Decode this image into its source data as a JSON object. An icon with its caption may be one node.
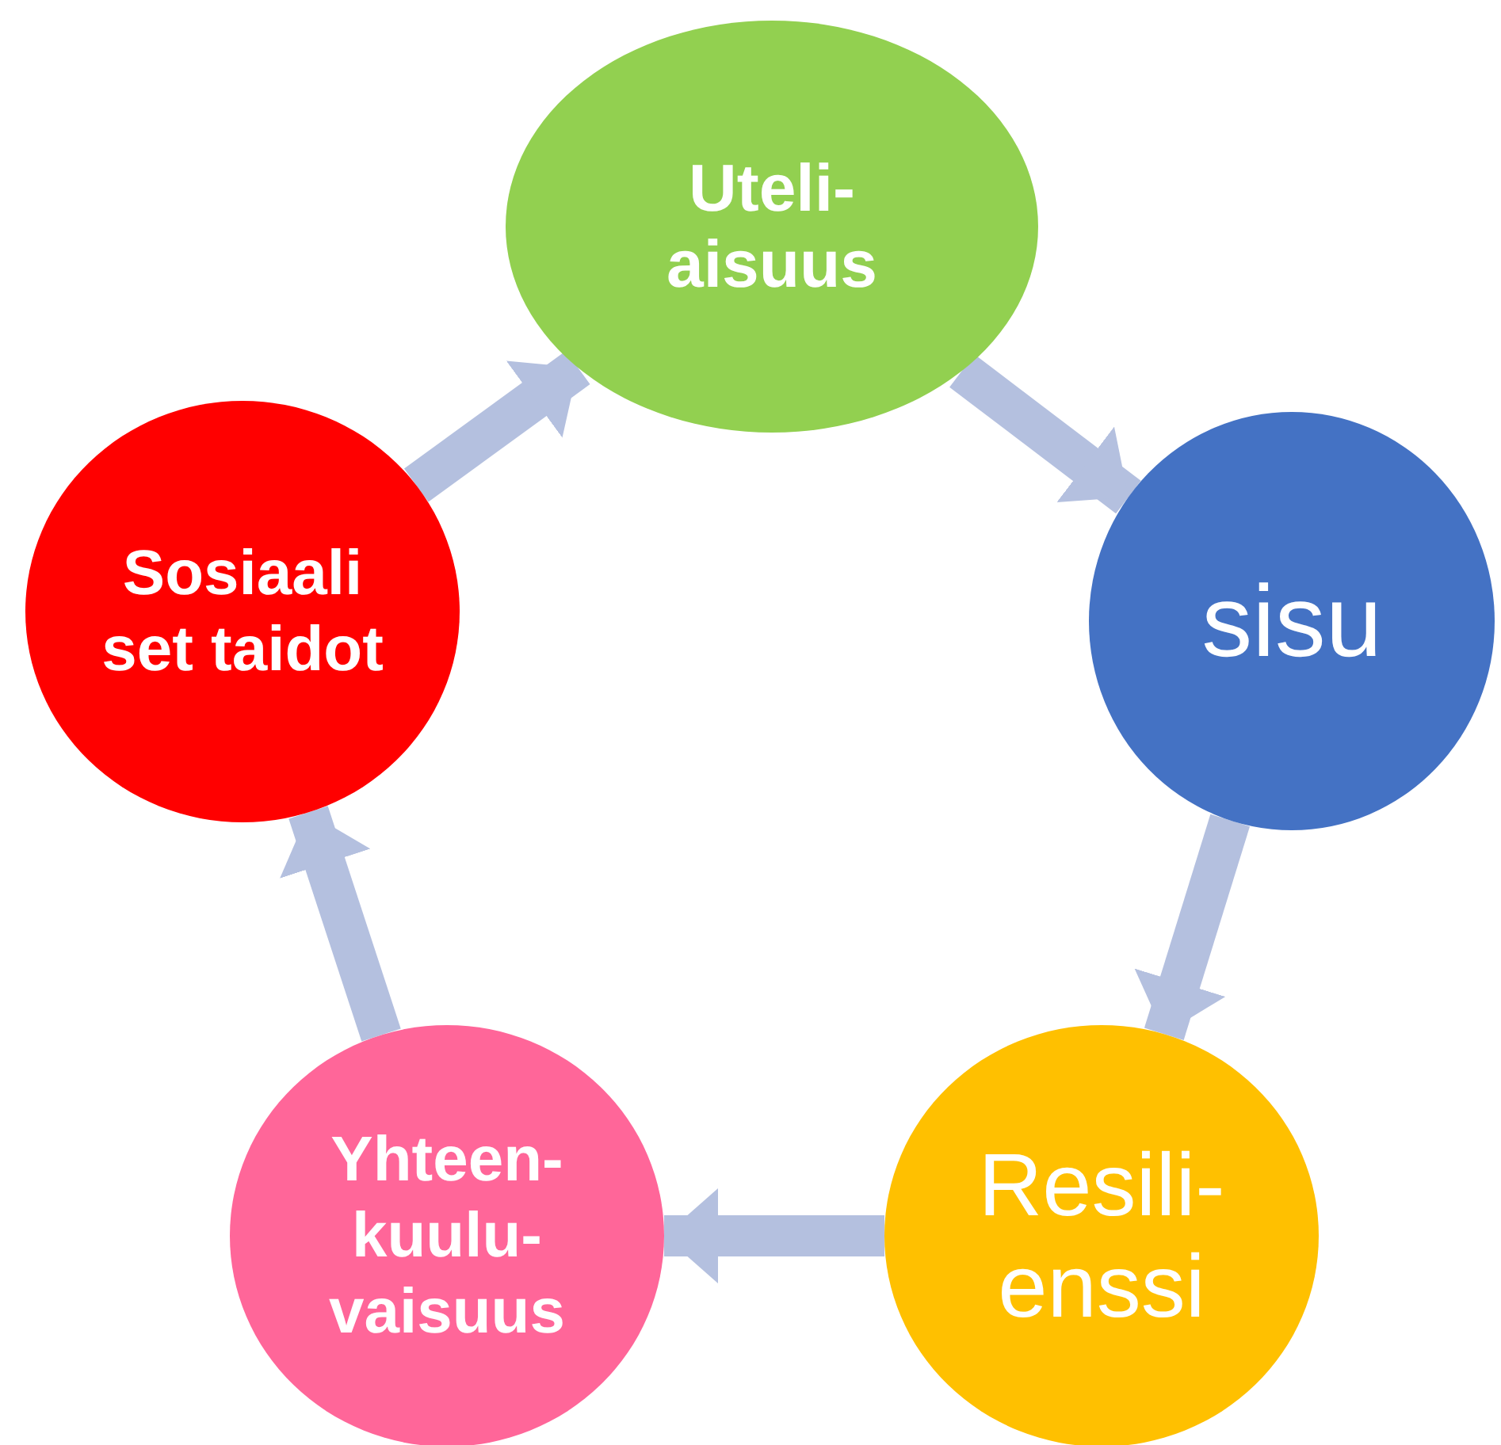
{
  "diagram": {
    "nodes": [
      {
        "text": [
          "Uteli- aisuus"
        ]
      },
      {
        "text": [
          "sisu"
        ]
      },
      {
        "text": [
          "Resili- enssi"
        ]
      },
      {
        "text": [
          "Yhteen- kuulu- vaisuus"
        ]
      },
      {
        "text": [
          "Sosiaali set taidot"
        ]
      }
    ],
    "edges": [
      {
        "from": 0,
        "to": 1,
        "arrow": "to"
      },
      {
        "from": 1,
        "to": 2,
        "arrow": "to"
      },
      {
        "from": 2,
        "to": 3,
        "arrow": "to"
      },
      {
        "from": 3,
        "to": 4,
        "arrow": "to"
      },
      {
        "from": 4,
        "to": 0,
        "arrow": "to"
      }
    ]
  }
}
